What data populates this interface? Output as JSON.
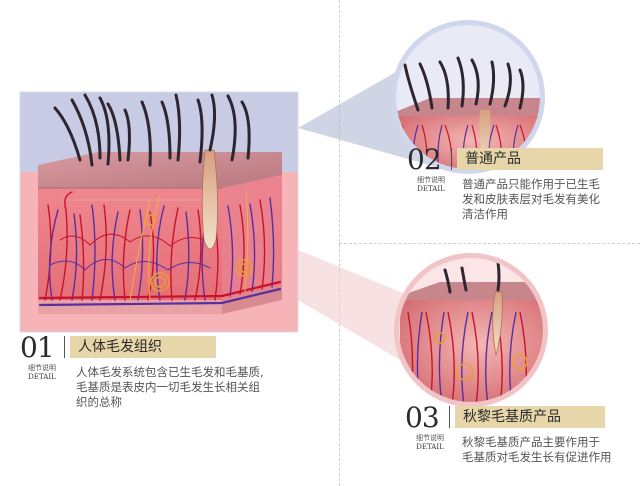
{
  "sections": [
    {
      "number": "01",
      "title": "人体毛发组织",
      "sub_cn": "细节说明",
      "sub_en": "DETAIL",
      "desc": [
        "人体毛发系统包含已生毛发和毛基质,",
        "毛基质是表皮内一切毛发生长相关组",
        "织的总称"
      ]
    },
    {
      "number": "02",
      "title": "普通产品",
      "sub_cn": "细节说明",
      "sub_en": "DETAIL",
      "desc": [
        "普通产品只能作用于已生毛",
        "发和皮肤表层对毛发有美化",
        "清洁作用"
      ]
    },
    {
      "number": "03",
      "title": "秋黎毛基质产品",
      "sub_cn": "细节说明",
      "sub_en": "DETAIL",
      "desc": [
        "秋黎毛基质产品主要作用于",
        "毛基质对毛发生长有促进作用"
      ]
    }
  ],
  "colors": {
    "tag_bg": "#e6d6a9",
    "skin": "#d9787e",
    "vessel_red": "#c8122c",
    "vessel_blue": "#5a2ea0",
    "hair": "#2e2530"
  }
}
